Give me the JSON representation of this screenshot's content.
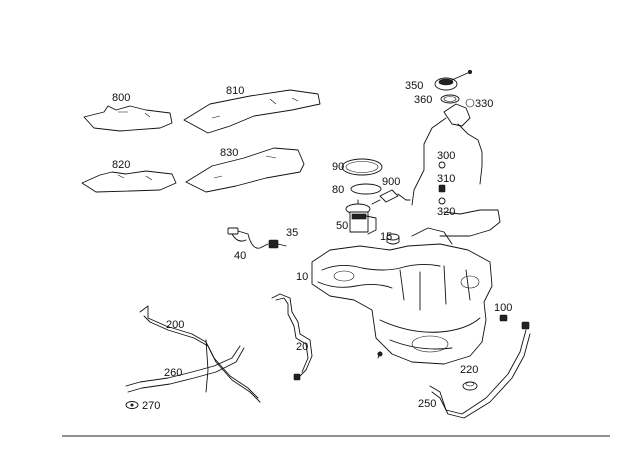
{
  "diagram": {
    "labels": {
      "p800": "800",
      "p810": "810",
      "p820": "820",
      "p830": "830",
      "p350": "350",
      "p360": "360",
      "p330": "330",
      "p300": "300",
      "p310": "310",
      "p320": "320",
      "p90": "90",
      "p80": "80",
      "p900": "900",
      "p50": "50",
      "p15": "15",
      "p35": "35",
      "p40": "40",
      "p10": "10",
      "p100": "100",
      "p200": "200",
      "p20": "20",
      "p260": "260",
      "p270": "270",
      "p220": "220",
      "p250": "250"
    }
  }
}
